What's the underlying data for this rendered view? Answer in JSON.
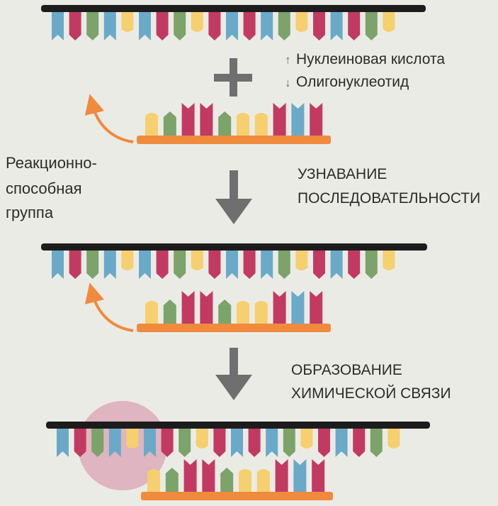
{
  "legend": {
    "nucleic_acid": "Нуклеиновая кислота",
    "oligonucleotide": "Олигонуклеотид",
    "up_arrow": "↑",
    "down_arrow": "↓"
  },
  "labels": {
    "reactive_group_line1": "Реакционно-",
    "reactive_group_line2": "способная",
    "reactive_group_line3": "группа",
    "step1_line1": "УЗНАВАНИЕ",
    "step1_line2": "ПОСЛЕДОВАТЕЛЬНОСТИ",
    "step2_line1": "ОБРАЗОВАНИЕ",
    "step2_line2": "ХИМИЧЕСКОЙ СВЯЗИ"
  },
  "colors": {
    "backbone_nucleic": "#1c1c1c",
    "backbone_oligo": "#f08a3c",
    "A": "#6aaac8",
    "G": "#c23a62",
    "C": "#7ba36a",
    "T": "#f6cf6f",
    "step_arrow": "#6f6f6f",
    "reactive_arrow": "#f08a3c",
    "highlight_circle": "#d9a3b3"
  },
  "sequences": {
    "nucleic_acid": [
      "A",
      "G",
      "C",
      "A",
      "T",
      "A",
      "G",
      "C",
      "T",
      "G",
      "A",
      "G",
      "A",
      "C",
      "T",
      "G",
      "A",
      "G",
      "C",
      "T"
    ],
    "oligonucleotide": [
      "T",
      "C",
      "G",
      "G",
      "C",
      "T",
      "T",
      "G",
      "A",
      "G"
    ]
  }
}
